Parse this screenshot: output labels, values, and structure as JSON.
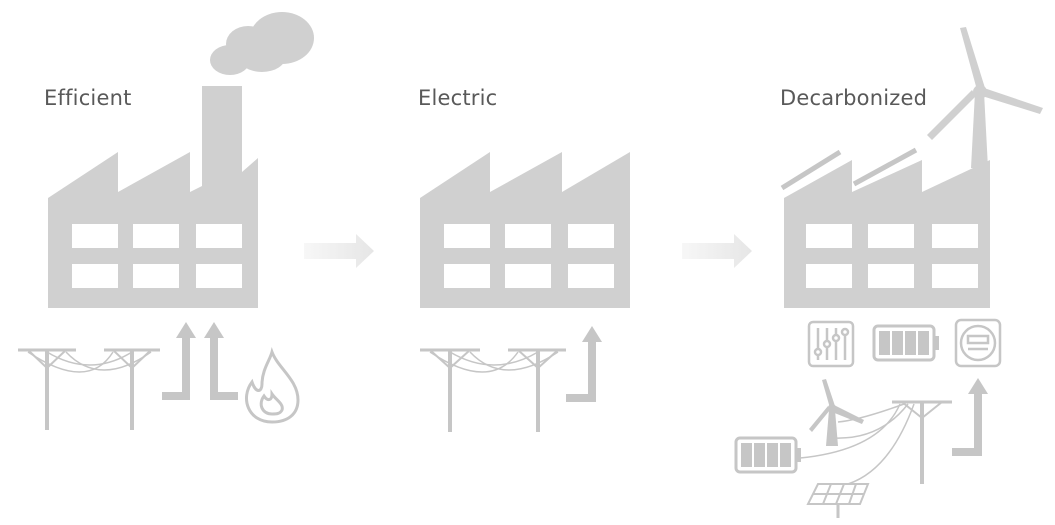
{
  "stages": [
    {
      "label": "Efficient"
    },
    {
      "label": "Electric"
    },
    {
      "label": "Decarbonized"
    }
  ],
  "colors": {
    "factory": "#d0d0d0",
    "window": "#ffffff",
    "line": "#c6c6c6",
    "arrow": "#e8e8e8",
    "label": "#595959"
  },
  "icons": [
    "factory-icon",
    "smokestack-icon",
    "smoke-icon",
    "power-line-icon",
    "flame-icon",
    "wind-turbine-icon",
    "solar-panel-icon",
    "battery-icon",
    "control-panel-icon",
    "smart-meter-icon",
    "arrow-right-icon",
    "input-arrow-icon"
  ]
}
